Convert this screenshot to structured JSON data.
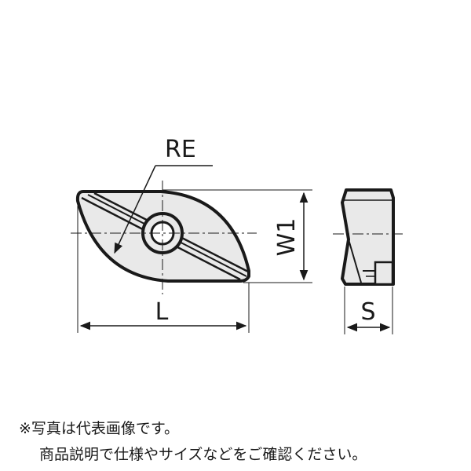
{
  "labels": {
    "re": "RE",
    "w1": "W1",
    "l": "L",
    "s": "S"
  },
  "notes": {
    "line1": "※写真は代表画像です。",
    "line2": "商品説明で仕様やサイズなどをご確認ください。"
  },
  "colors": {
    "body_fill": "#e9e9e9",
    "outline": "#1a1a1a",
    "background": "#ffffff"
  }
}
